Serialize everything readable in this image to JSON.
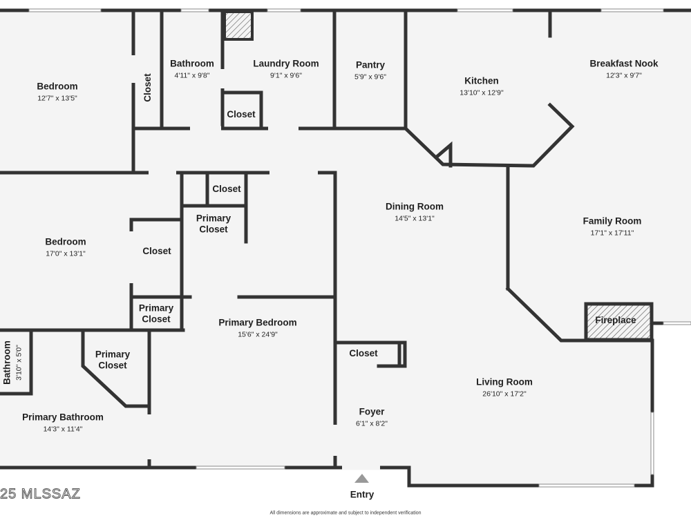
{
  "rooms": {
    "bedroom_top": {
      "name": "Bedroom",
      "dims": "12'7\" x 13'5\""
    },
    "closet_vertical": {
      "name": "Closet"
    },
    "bathroom": {
      "name": "Bathroom",
      "dims": "4'11\" x 9'8\""
    },
    "laundry": {
      "name": "Laundry Room",
      "dims": "9'1\" x 9'6\""
    },
    "laundry_closet": {
      "name": "Closet"
    },
    "pantry": {
      "name": "Pantry",
      "dims": "5'9\" x 9'6\""
    },
    "kitchen": {
      "name": "Kitchen",
      "dims": "13'10\" x 12'9\""
    },
    "breakfast_nook": {
      "name": "Breakfast Nook",
      "dims": "12'3\" x 9'7\""
    },
    "bedroom_mid": {
      "name": "Bedroom",
      "dims": "17'0\" x 13'1\""
    },
    "closet_mid": {
      "name": "Closet"
    },
    "closet_top_small": {
      "name": "Closet"
    },
    "primary_closet_a": {
      "name": "Primary Closet"
    },
    "primary_closet_b": {
      "name": "Primary Closet"
    },
    "primary_closet_c": {
      "name": "Primary Closet"
    },
    "dining_room": {
      "name": "Dining Room",
      "dims": "14'5\" x 13'1\""
    },
    "family_room": {
      "name": "Family Room",
      "dims": "17'1\" x 17'11\""
    },
    "fireplace": {
      "name": "Fireplace"
    },
    "primary_bedroom": {
      "name": "Primary Bedroom",
      "dims": "15'6\" x 24'9\""
    },
    "bathroom_small": {
      "name": "Bathroom",
      "dims": "3'10\" x 5'0\""
    },
    "primary_bathroom": {
      "name": "Primary Bathroom",
      "dims": "14'3\" x 11'4\""
    },
    "closet_foyer": {
      "name": "Closet"
    },
    "foyer": {
      "name": "Foyer",
      "dims": "6'1\" x 8'2\""
    },
    "living_room": {
      "name": "Living Room",
      "dims": "26'10\" x 17'2\""
    }
  },
  "entry_label": "Entry",
  "watermark": "25 MLSSAZ",
  "disclaimer": "All dimensions are approximate and subject to independent verification",
  "colors": {
    "wall": "#333333",
    "floor": "#f4f4f4",
    "window": "#d8d8d8",
    "hatch": "#555555"
  }
}
